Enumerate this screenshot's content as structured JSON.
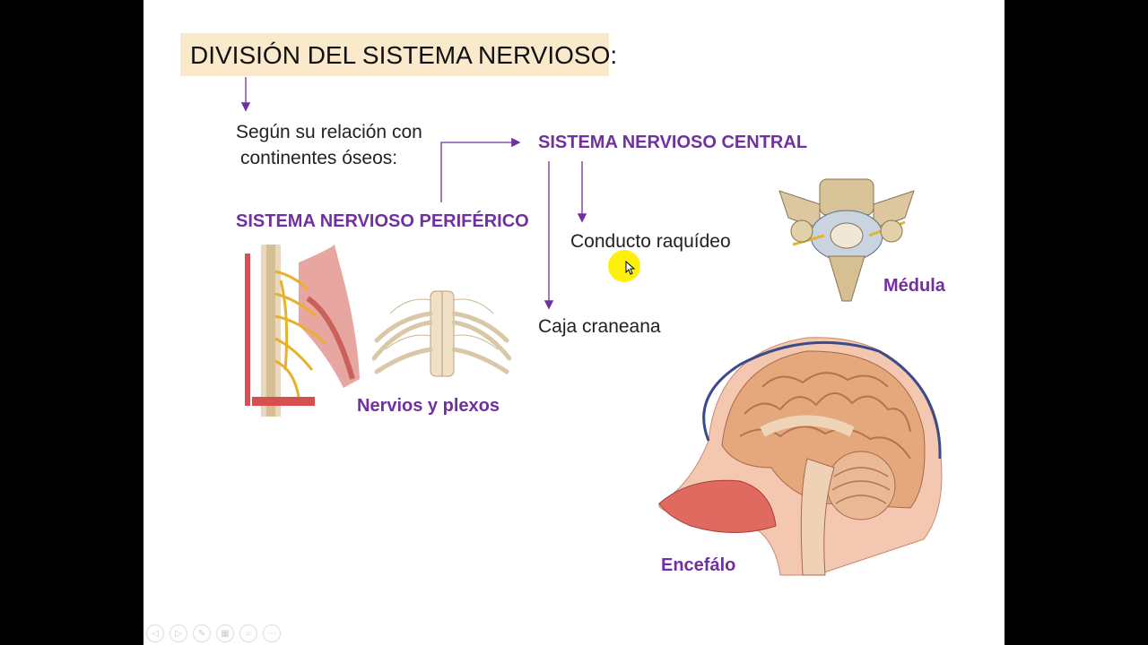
{
  "slide": {
    "title": "DIVISIÓN DEL SISTEMA NERVIOSO:",
    "criterion_line1": "Según su relación con",
    "criterion_line2": "continentes óseos:",
    "snc": {
      "heading": "SISTEMA NERVIOSO CENTRAL",
      "branch1": "Conducto raquídeo",
      "branch2": "Caja craneana",
      "label_medula": "Médula",
      "label_encefalo": "Encefálo"
    },
    "snp": {
      "heading": "SISTEMA NERVIOSO PERIFÉRICO",
      "label": "Nervios y plexos"
    }
  },
  "colors": {
    "accent": "#7030a0",
    "title_bg": "#fbe9cc",
    "arrow": "#7030a0",
    "cursor_highlight": "#ffee00"
  },
  "toolbar": {
    "icons": [
      "prev-icon",
      "next-icon",
      "pen-icon",
      "slides-icon",
      "zoom-icon",
      "more-icon"
    ]
  }
}
